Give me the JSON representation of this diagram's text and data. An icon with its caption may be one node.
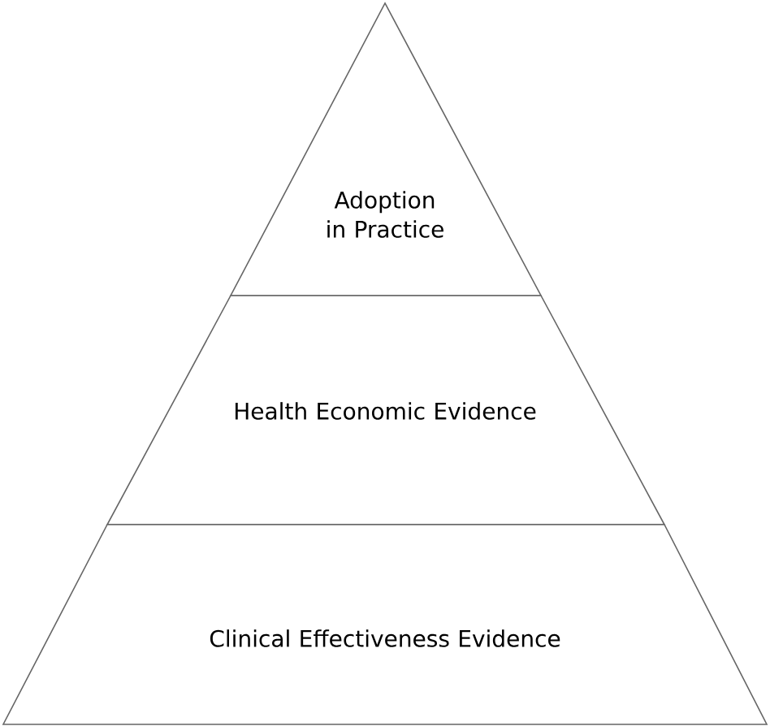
{
  "diagram": {
    "nodes": [
      {
        "text": [
          "Adoption in Practice"
        ]
      },
      {
        "text": [
          "Health Economic Evidence"
        ]
      },
      {
        "text": [
          "Clinical Effectiveness Evidence"
        ]
      }
    ]
  }
}
